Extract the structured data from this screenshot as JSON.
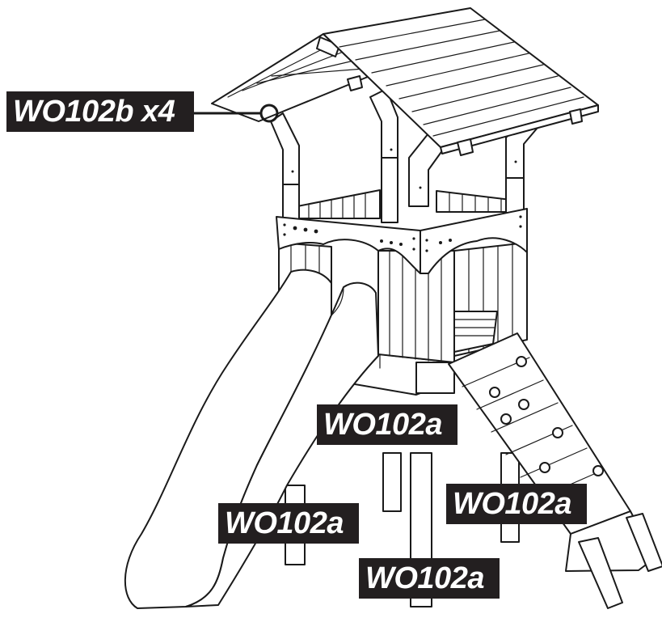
{
  "labels": {
    "part_b": "WO102b x4",
    "part_a_center": "WO102a",
    "part_a_left": "WO102a",
    "part_a_right": "WO102a",
    "part_a_bottom": "WO102a"
  }
}
